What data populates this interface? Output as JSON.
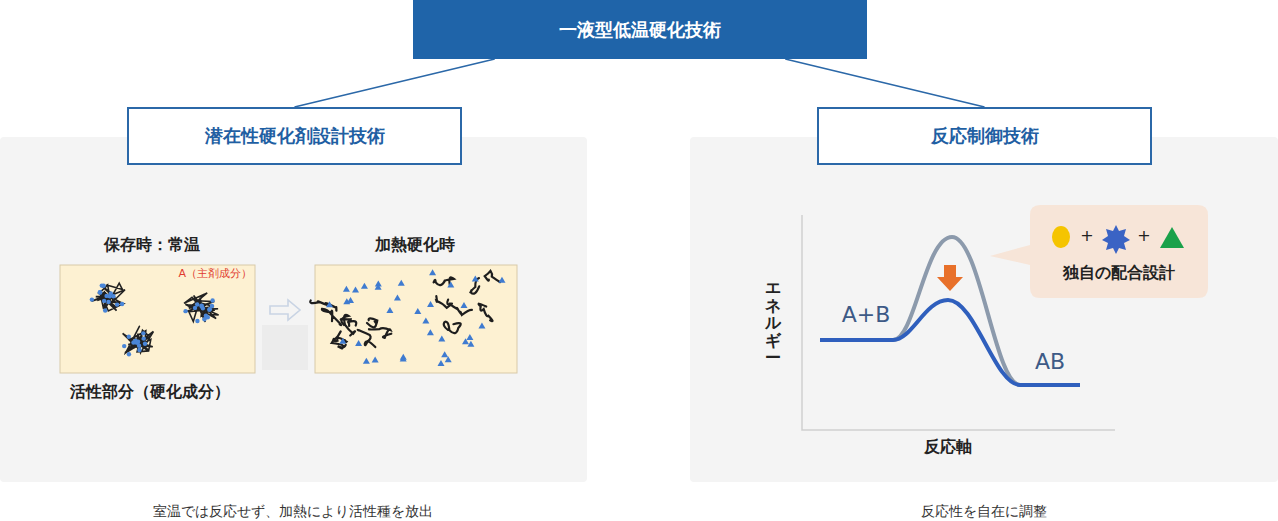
{
  "diagram": {
    "nodes": [
      {
        "text": [
          "一液型低温硬化技術"
        ]
      },
      {
        "text": [
          "潜在性硬化剤設計技術"
        ]
      },
      {
        "text": [
          "反応制御技術"
        ]
      },
      {
        "text": [
          "独自の配合設計"
        ]
      }
    ],
    "edges": [
      {
        "from": 0,
        "to": 1,
        "arrow": "none"
      },
      {
        "from": 0,
        "to": 2,
        "arrow": "none"
      }
    ],
    "labels": [
      "保存時：常温",
      "加熱硬化時",
      "A（主剤成分）",
      "活性部分（硬化成分）",
      "エネルギー",
      "A+B",
      "AB",
      "反応軸",
      "+",
      "+",
      "室温では反応せず、加熱により活性種を放出",
      "反応性を自在に調整"
    ]
  }
}
